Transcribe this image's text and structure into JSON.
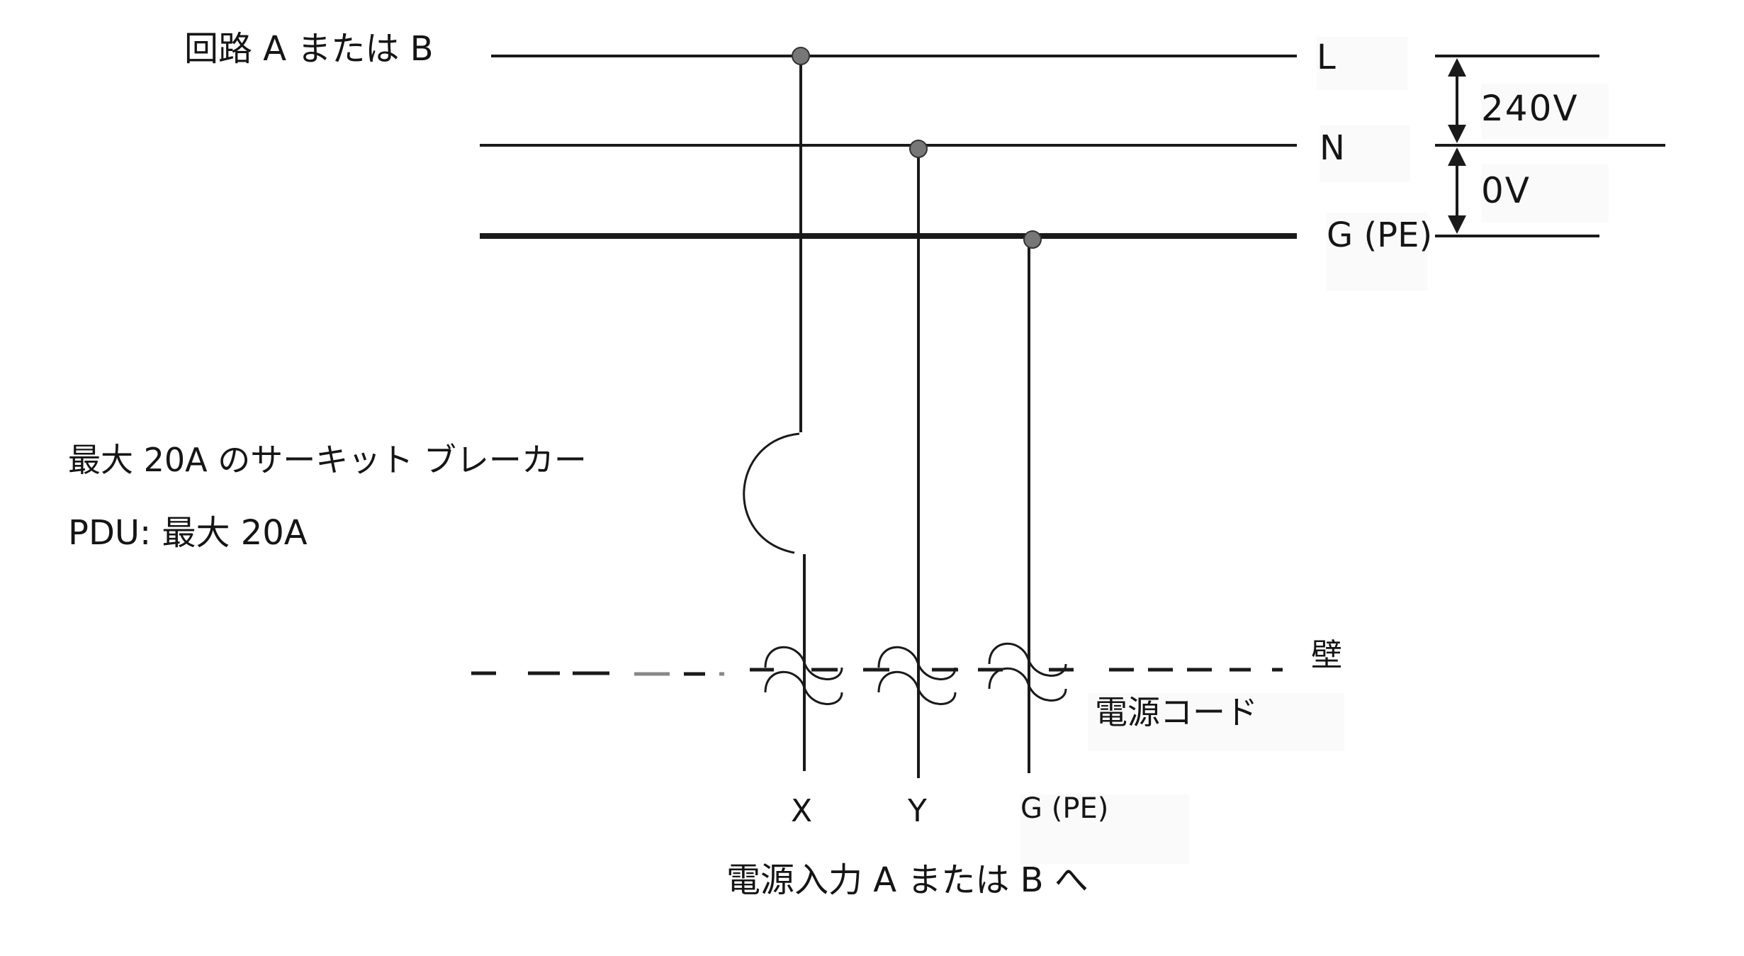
{
  "circuit_label": "回路 A または B",
  "rails": {
    "line": "L",
    "neutral": "N",
    "ground": "G (PE)"
  },
  "voltages": {
    "line_to_neutral": "240V",
    "neutral_to_ground": "0V"
  },
  "breaker_label": "最大 20A のサーキット ブレーカー",
  "pdu_label": "PDU: 最大 20A",
  "wall_label": "壁",
  "cord_label": "電源コード",
  "terminals": [
    "X",
    "Y",
    "G (PE)"
  ],
  "bottom_caption": "電源入力 A または B へ",
  "colors": {
    "wire": "#1a1a1a",
    "junction_dot": "#777777"
  }
}
